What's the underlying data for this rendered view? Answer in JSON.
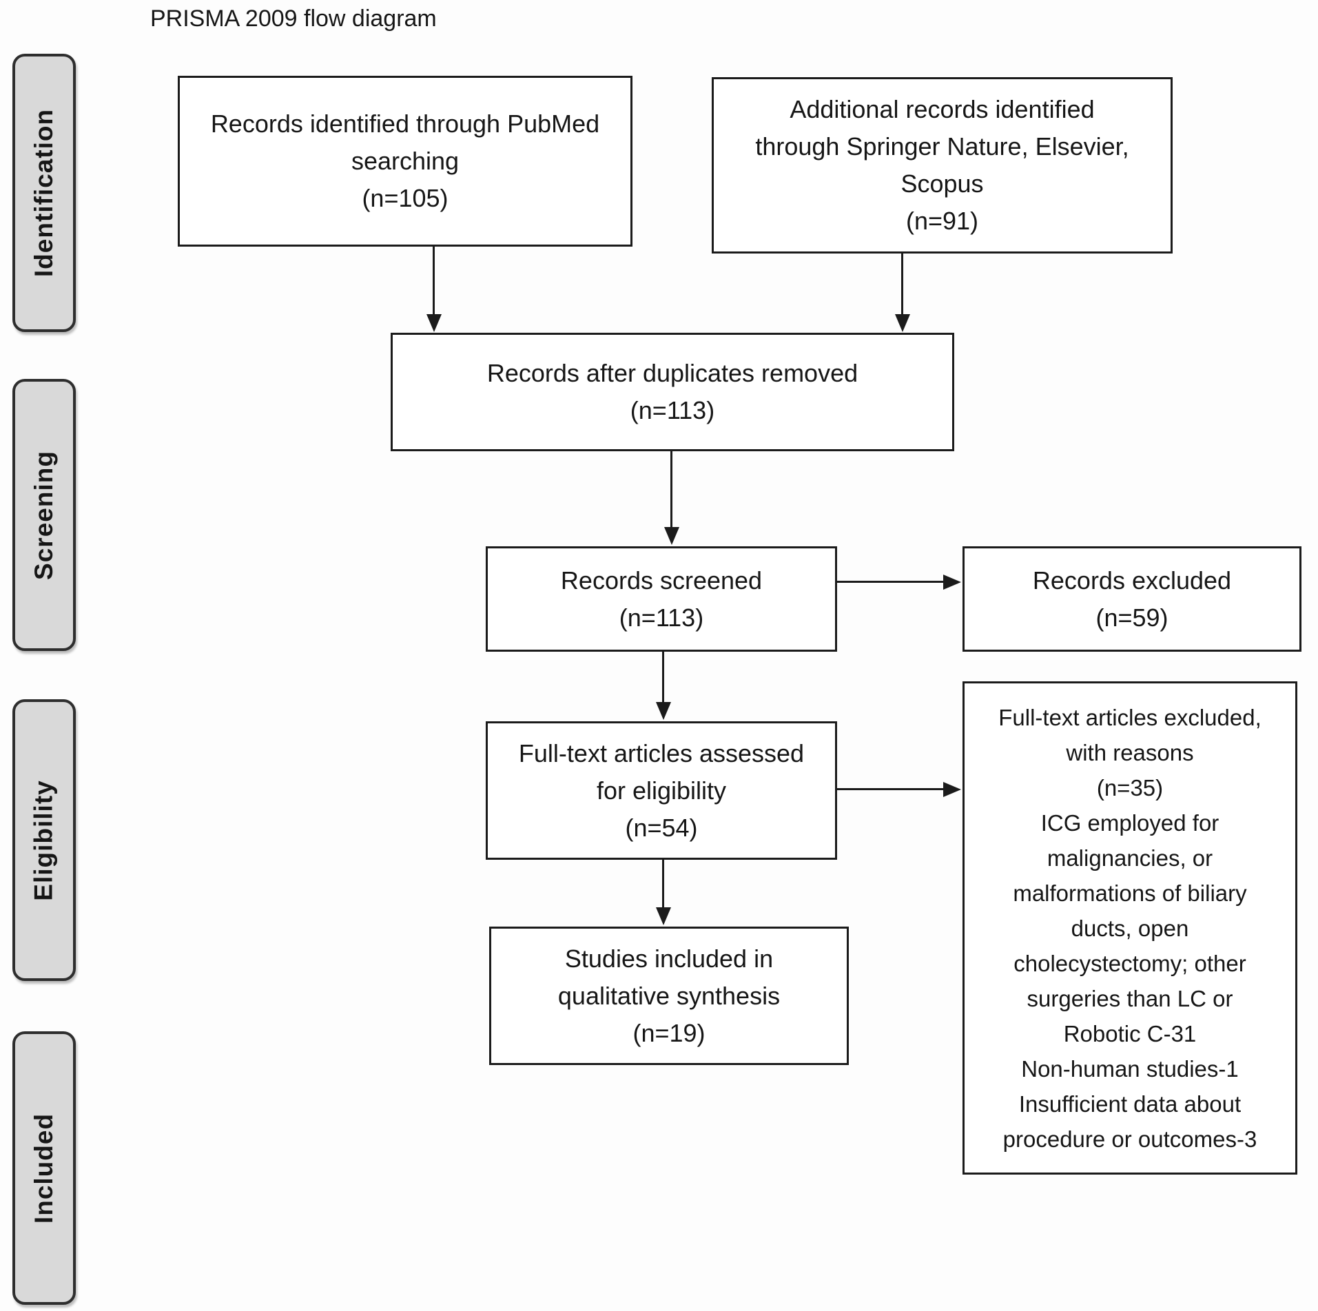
{
  "title": "PRISMA 2009 flow diagram",
  "stages": [
    {
      "label": "Identification"
    },
    {
      "label": "Screening"
    },
    {
      "label": "Eligibility"
    },
    {
      "label": "Included"
    }
  ],
  "boxes": {
    "records_pubmed": "Records identified through PubMed\nsearching\n(n=105)",
    "records_additional": "Additional records identified\nthrough Springer Nature, Elsevier,\nScopus\n(n=91)",
    "records_deduplicated": "Records after duplicates removed\n(n=113)",
    "records_screened": "Records screened\n(n=113)",
    "records_excluded": "Records excluded\n(n=59)",
    "fulltext_assessed": "Full-text articles assessed\nfor eligibility\n(n=54)",
    "fulltext_excluded": "Full-text articles excluded,\nwith reasons\n(n=35)\nICG employed for\nmalignancies, or\nmalformations of biliary\nducts, open\ncholecystectomy; other\nsurgeries than LC or\nRobotic C-31\nNon-human studies-1\nInsufficient data about\nprocedure or outcomes-3",
    "studies_included": "Studies included in\nqualitative synthesis\n(n=19)"
  },
  "colors": {
    "stage_fill": "#d9d9d9",
    "stage_border": "#2e2e2e",
    "box_border": "#1b1b1b",
    "text": "#161616",
    "background": "#fdfdfd"
  }
}
